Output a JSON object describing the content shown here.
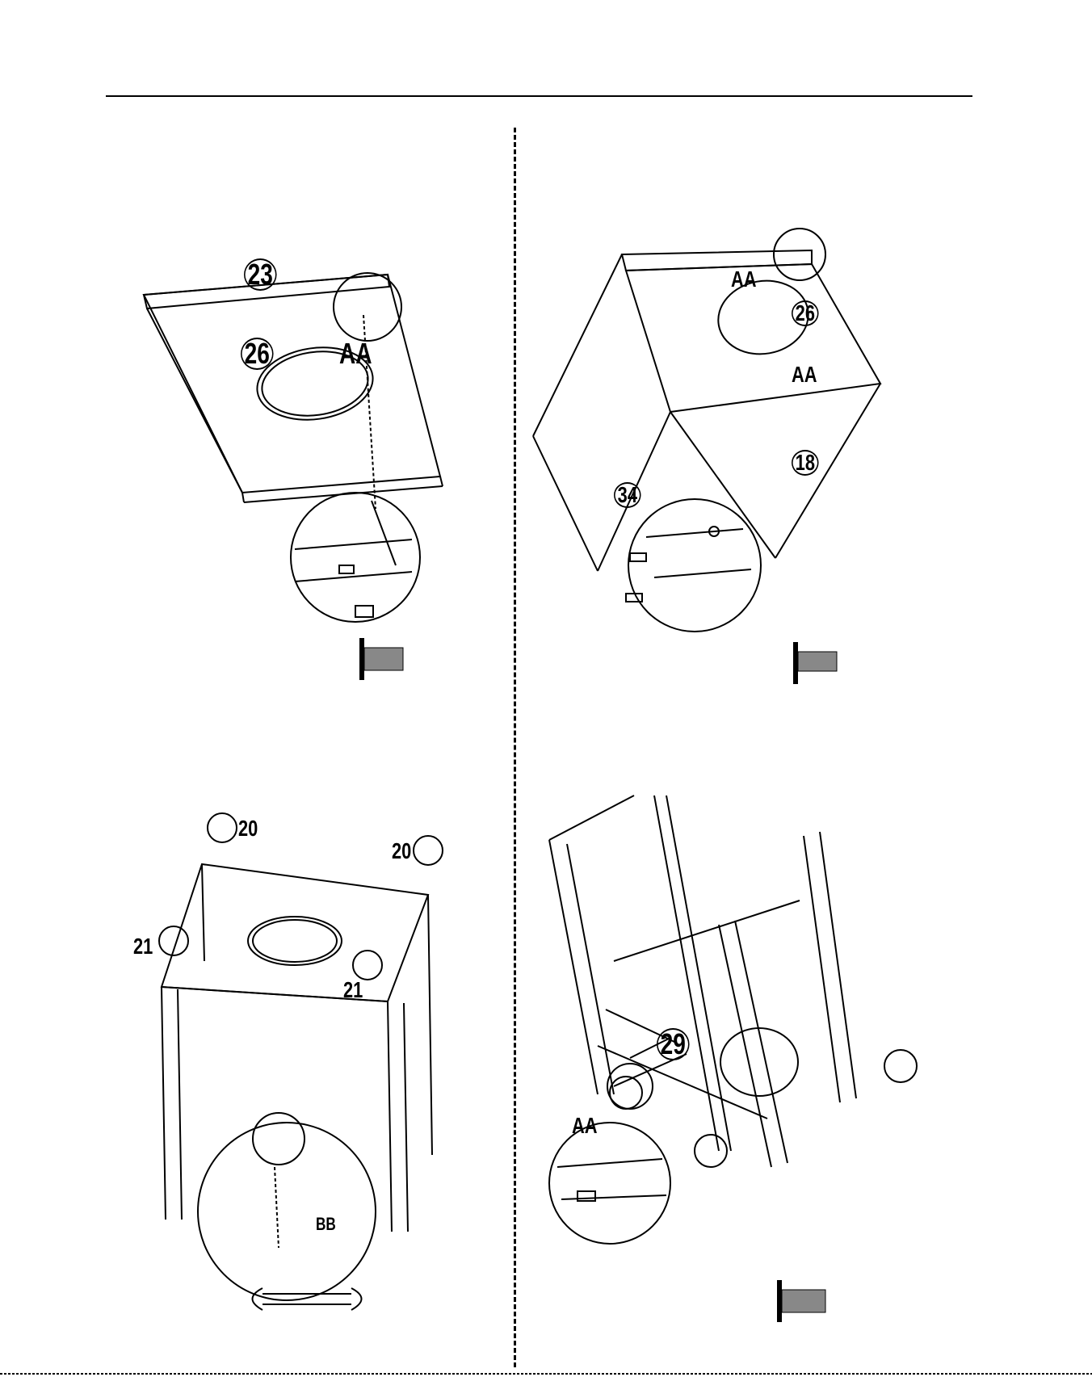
{
  "labels": {
    "p1_part_a": "23",
    "p1_part_b": "26",
    "p1_fastener": "AA",
    "p2_fastener_top": "AA",
    "p2_part_a": "26",
    "p2_fastener_mid": "AA",
    "p2_part_b": "18",
    "p2_part_c": "34",
    "p3_caster_tl": "20",
    "p3_caster_tr": "20",
    "p3_caster_bl": "21",
    "p3_caster_br": "21",
    "p3_tool": "BB",
    "p4_part": "29",
    "p4_fastener": "AA"
  }
}
